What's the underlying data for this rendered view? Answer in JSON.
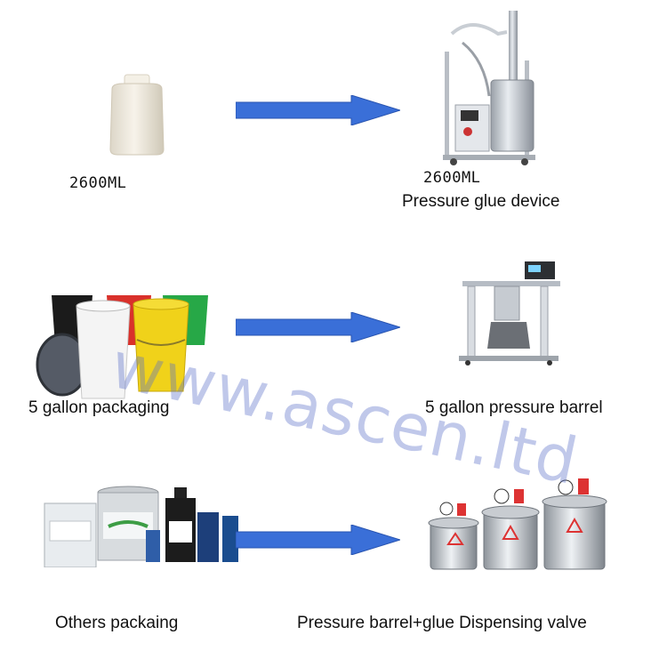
{
  "rows": [
    {
      "left_label": "2600ML",
      "right_label_top": "2600ML",
      "right_label": "Pressure glue device"
    },
    {
      "left_label": "5 gallon packaging",
      "right_label": "5 gallon pressure barrel"
    },
    {
      "left_label": "Others   packaing",
      "right_label": "Pressure barrel+glue Dispensing valve"
    }
  ],
  "watermark": "www.ascen.ltd",
  "colors": {
    "arrow": "#3a6fd8",
    "arrow_edge": "#2a55b0",
    "watermark": "#5a6ec8"
  }
}
